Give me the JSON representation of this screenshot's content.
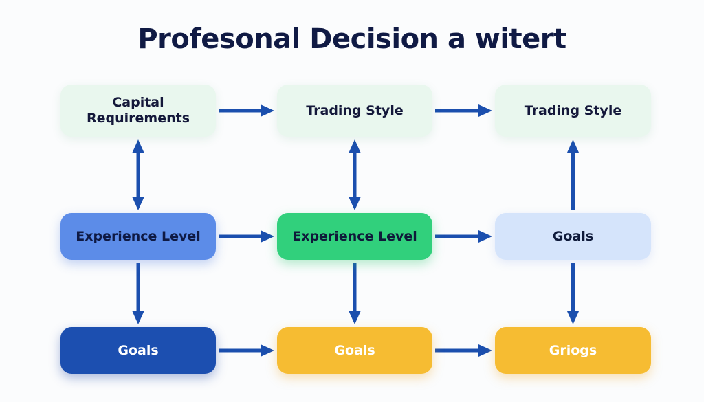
{
  "title": "Profesonal Decision a witert",
  "colors": {
    "arrow": "#1b4fae",
    "title": "#101a44",
    "light_green": "#e9f7ee",
    "blue_mid": "#5c8ce8",
    "green": "#31d07c",
    "light_blue": "#d5e4fb",
    "navy": "#1c4fb0",
    "yellow": "#f6bc32"
  },
  "nodes": [
    {
      "id": "r1c1",
      "label": "Capital\nRequirements"
    },
    {
      "id": "r1c2",
      "label": "Trading Style"
    },
    {
      "id": "r1c3",
      "label": "Trading Style"
    },
    {
      "id": "r2c1",
      "label": "Experience Level"
    },
    {
      "id": "r2c2",
      "label": "Experience Level"
    },
    {
      "id": "r2c3",
      "label": "Goals"
    },
    {
      "id": "r3c1",
      "label": "Goals"
    },
    {
      "id": "r3c2",
      "label": "Goals"
    },
    {
      "id": "r3c3",
      "label": "Griogs"
    }
  ],
  "edges": [
    {
      "from": "r1c1",
      "to": "r1c2",
      "dir": "forward"
    },
    {
      "from": "r1c2",
      "to": "r1c3",
      "dir": "forward"
    },
    {
      "from": "r2c1",
      "to": "r2c2",
      "dir": "forward"
    },
    {
      "from": "r2c2",
      "to": "r2c3",
      "dir": "forward"
    },
    {
      "from": "r3c1",
      "to": "r3c2",
      "dir": "forward"
    },
    {
      "from": "r3c2",
      "to": "r3c3",
      "dir": "forward"
    },
    {
      "from": "r1c1",
      "to": "r2c1",
      "dir": "both"
    },
    {
      "from": "r1c2",
      "to": "r2c2",
      "dir": "both"
    },
    {
      "from": "r2c3",
      "to": "r1c3",
      "dir": "forward"
    },
    {
      "from": "r2c1",
      "to": "r3c1",
      "dir": "forward"
    },
    {
      "from": "r2c2",
      "to": "r3c2",
      "dir": "forward"
    },
    {
      "from": "r2c3",
      "to": "r3c3",
      "dir": "forward"
    }
  ]
}
